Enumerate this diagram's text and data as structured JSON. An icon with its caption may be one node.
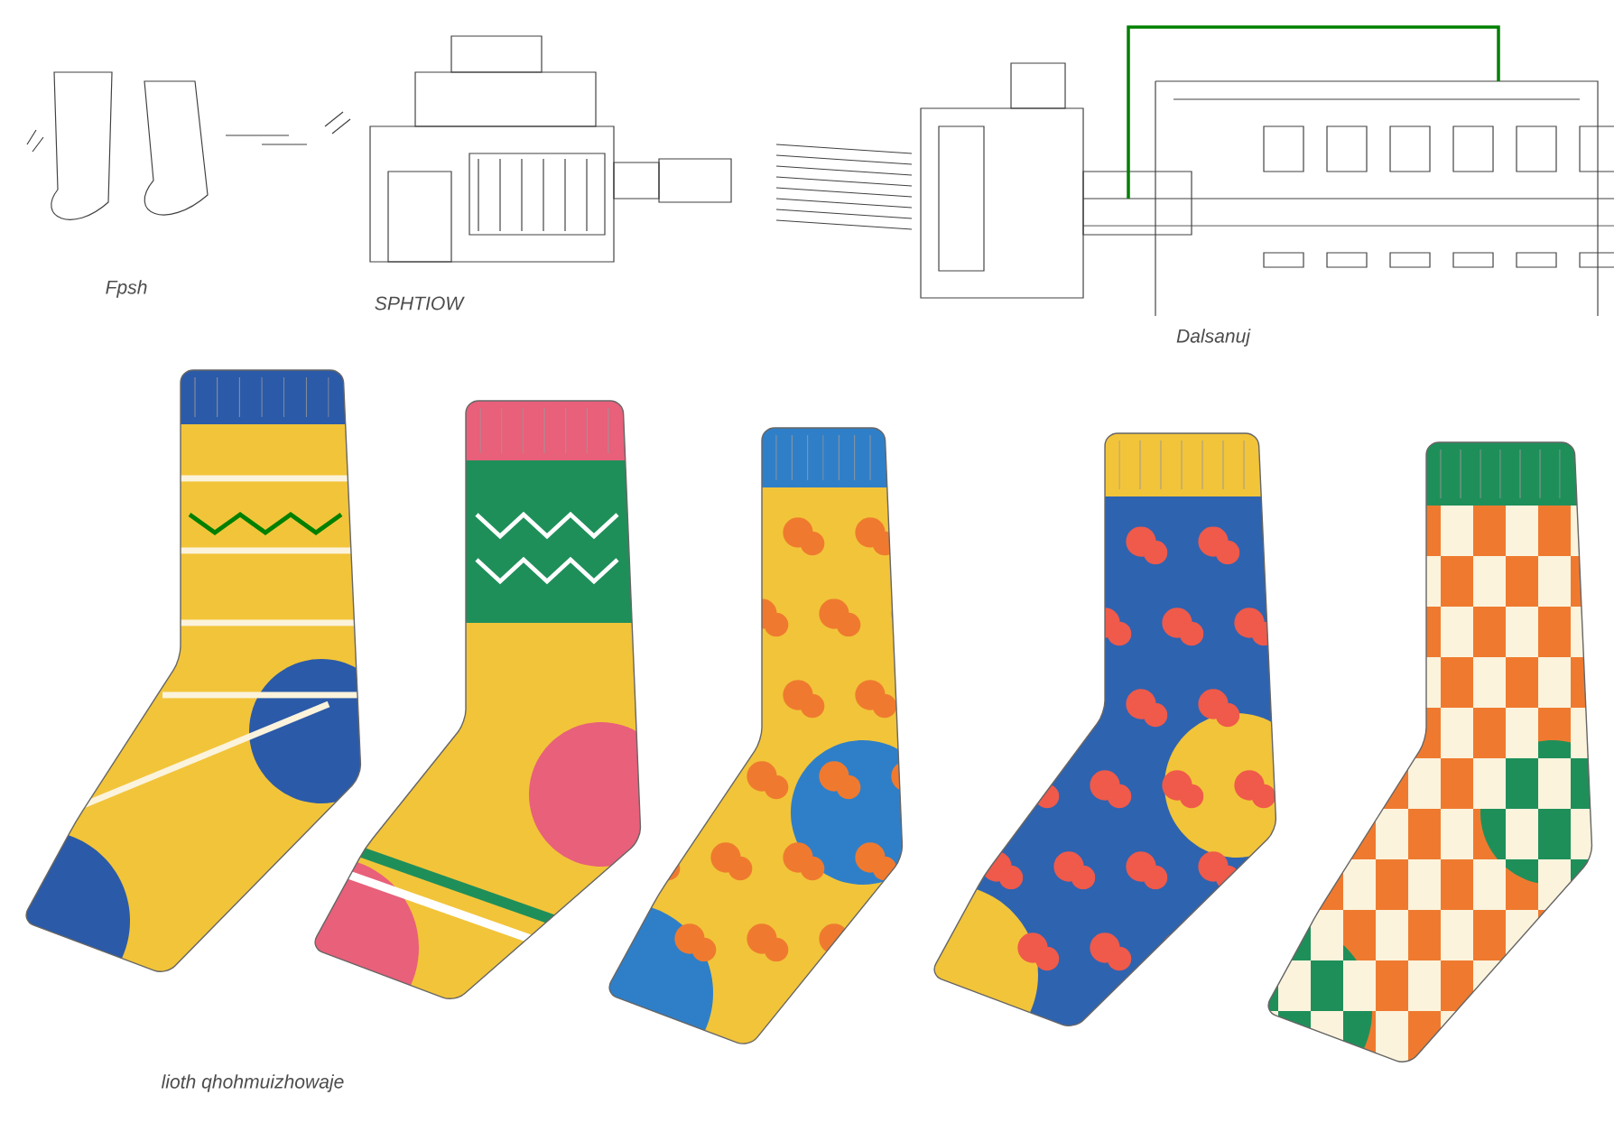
{
  "diagram": {
    "labels": [
      "Fpsh",
      "SPHTIOW",
      "Dalsanuj",
      "lioth qhohmuizhowaje"
    ]
  }
}
